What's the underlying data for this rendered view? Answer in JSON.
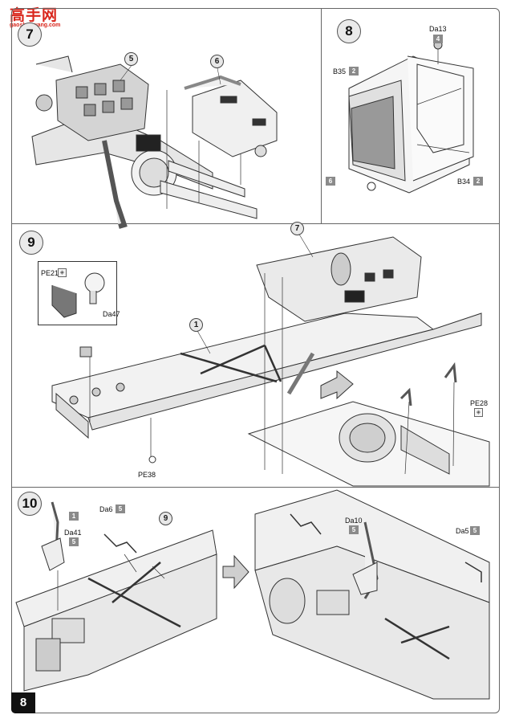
{
  "watermark": {
    "text": "高手网",
    "url": "gaoshouwang.com"
  },
  "page_number": "8",
  "steps": {
    "step7": "7",
    "step8": "8",
    "step9": "9",
    "step10": "10"
  },
  "callouts": {
    "c5": "5",
    "c6": "6",
    "c7": "7",
    "c1": "1",
    "c9": "9"
  },
  "parts": {
    "da13": {
      "name": "Da13",
      "qty": "4"
    },
    "b35": {
      "name": "B35",
      "qty": "2"
    },
    "b34": {
      "name": "B34",
      "qty": "2"
    },
    "grille": {
      "qty": "6"
    },
    "pe21": {
      "name": "PE21"
    },
    "da47": {
      "name": "Da47"
    },
    "pe28": {
      "name": "PE28"
    },
    "pe38": {
      "name": "PE38"
    },
    "lever": {
      "qty": "1"
    },
    "da41": {
      "name": "Da41",
      "qty": "5"
    },
    "da6": {
      "name": "Da6",
      "qty": "5"
    },
    "da10": {
      "name": "Da10",
      "qty": "5"
    },
    "da5": {
      "name": "Da5",
      "qty": "5"
    }
  },
  "icons": {
    "pe_icon": "photo-etch-icon",
    "arrow": "assembly-arrow-icon"
  }
}
